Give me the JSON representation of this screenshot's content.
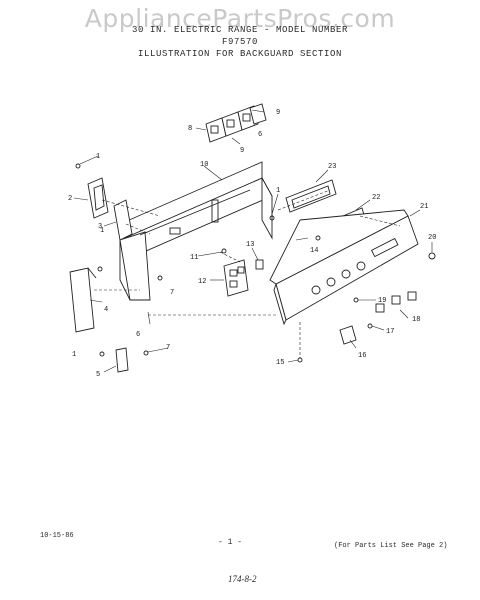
{
  "watermark": "AppliancePartsPros.com",
  "header": {
    "line1": "30 IN. ELECTRIC RANGE - MODEL NUMBER",
    "line2": "F97570",
    "line3": "ILLUSTRATION FOR BACKGUARD SECTION"
  },
  "footer": {
    "date": "10-15-86",
    "page": "- 1 -",
    "parts_ref": "(For Parts List See Page 2)",
    "handwritten": "174-8-2"
  },
  "callouts": [
    "1",
    "2",
    "3",
    "4",
    "5",
    "6",
    "7",
    "8",
    "9",
    "10",
    "11",
    "12",
    "13",
    "14",
    "15",
    "16",
    "17",
    "18",
    "19",
    "20",
    "21",
    "22",
    "23"
  ]
}
